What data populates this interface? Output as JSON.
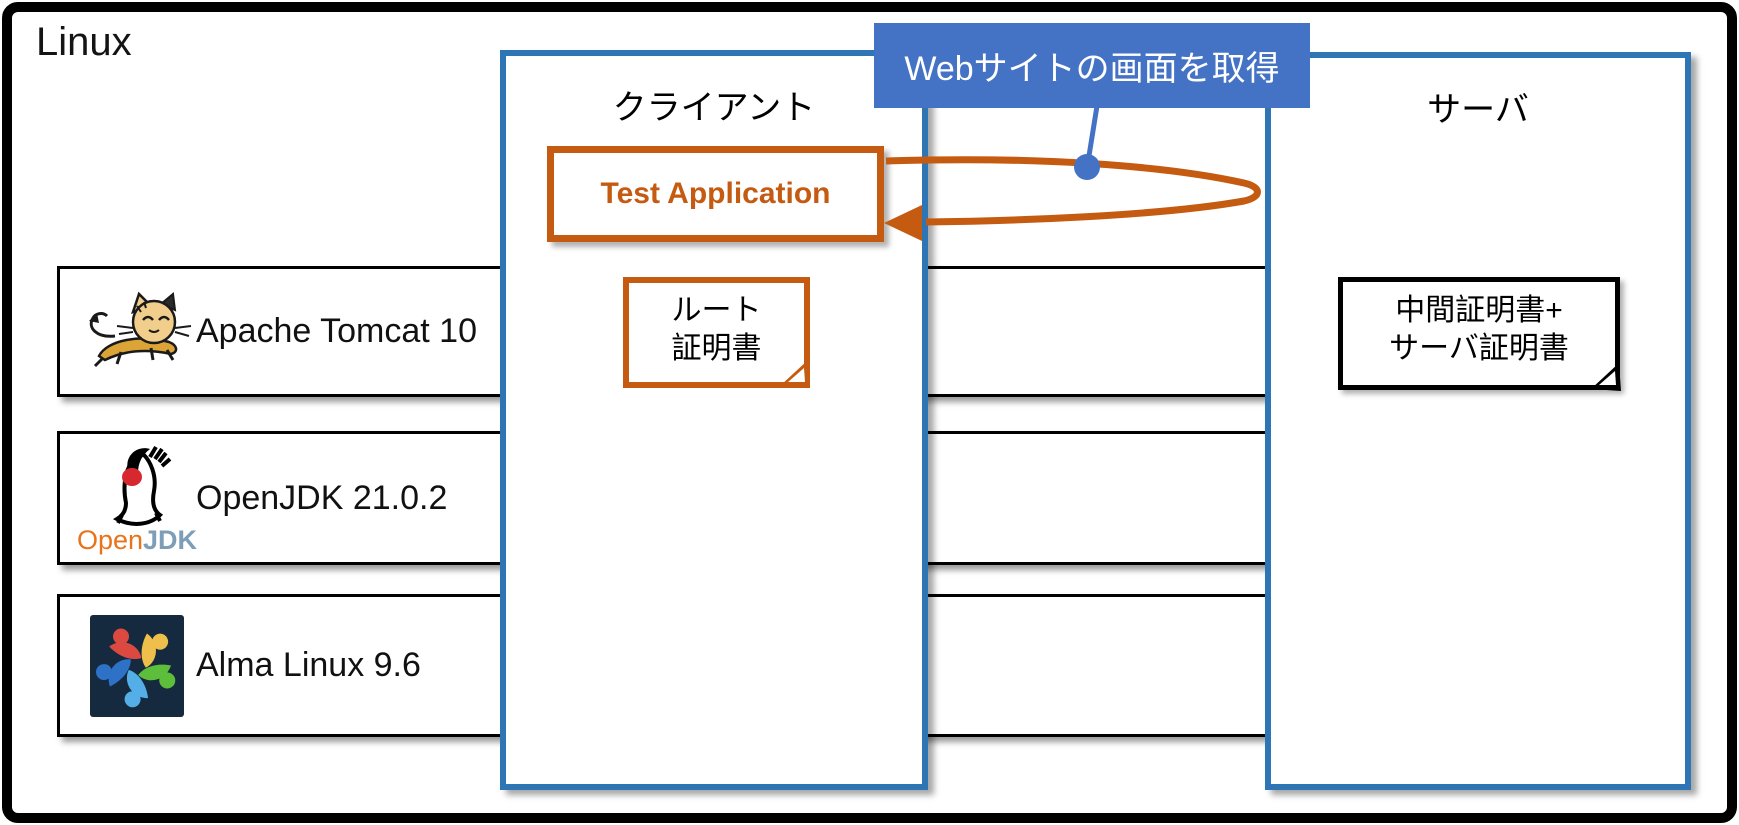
{
  "frame": {
    "os_label": "Linux"
  },
  "colors": {
    "panel_border_blue": "#2E75B6",
    "banner_blue": "#4472C4",
    "accent_orange": "#C55A11",
    "box_border_black": "#000000",
    "alma_navy": "#152A3E"
  },
  "banner": {
    "label": "Webサイトの画面を取得"
  },
  "client": {
    "header": "クライアント",
    "app_label": "Test Application",
    "cert_lines": [
      "ルート",
      "証明書"
    ]
  },
  "server": {
    "header": "サーバ",
    "cert_lines": [
      "中間証明書+",
      "サーバ証明書"
    ]
  },
  "stack": [
    {
      "label": "Apache Tomcat 10",
      "icon": "tomcat-logo"
    },
    {
      "label": "OpenJDK 21.0.2",
      "icon": "openjdk-logo",
      "wordmark_open": "Open",
      "wordmark_jdk": "JDK"
    },
    {
      "label": "Alma Linux 9.6",
      "icon": "almalinux-logo"
    }
  ],
  "arrows": {
    "request_response_loop": "client-server round trip",
    "callout_target": "response line"
  }
}
